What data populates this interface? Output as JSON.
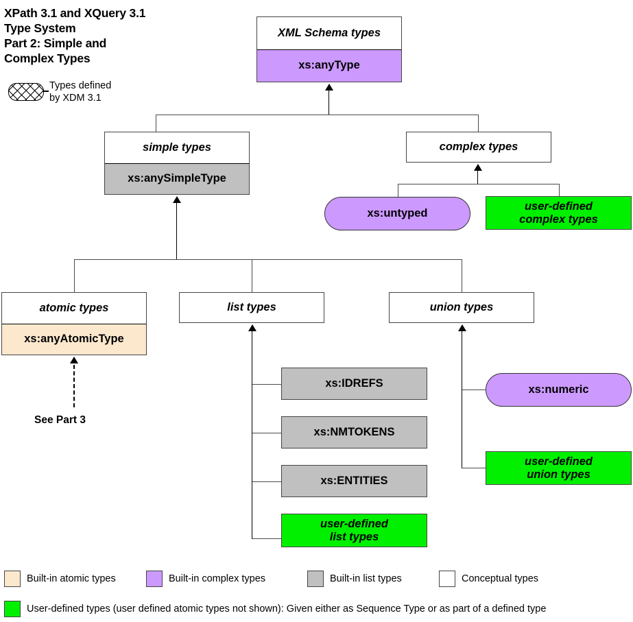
{
  "title": "XPath 3.1 and XQuery 3.1\nType System\nPart 2: Simple and\nComplex Types",
  "xdm_legend": {
    "shape_icon": "hatched-stadium-icon",
    "label": "Types defined\nby XDM 3.1"
  },
  "nodes": {
    "xml_schema_types": {
      "header": "XML Schema types",
      "body": "xs:anyType",
      "body_color": "#cc99ff"
    },
    "simple_types": {
      "header": "simple types",
      "body": "xs:anySimpleType",
      "body_color": "#c0c0c0"
    },
    "complex_types": {
      "header": "complex types"
    },
    "atomic_types": {
      "header": "atomic types",
      "body": "xs:anyAtomicType",
      "body_color": "#fce8cd"
    },
    "list_types": {
      "header": "list types"
    },
    "union_types": {
      "header": "union types"
    }
  },
  "leaves": {
    "xs_untyped": {
      "label": "xs:untyped",
      "color": "#cc99ff"
    },
    "user_defined_complex_types": {
      "label": "user-defined\ncomplex types",
      "color": "#00f000"
    },
    "xs_idrefs": {
      "label": "xs:IDREFS",
      "color": "#c0c0c0"
    },
    "xs_nmtokens": {
      "label": "xs:NMTOKENS",
      "color": "#c0c0c0"
    },
    "xs_entities": {
      "label": "xs:ENTITIES",
      "color": "#c0c0c0"
    },
    "user_defined_list_types": {
      "label": "user-defined\nlist types",
      "color": "#00f000"
    },
    "xs_numeric": {
      "label": "xs:numeric",
      "color": "#cc99ff"
    },
    "user_defined_union_types": {
      "label": "user-defined\nunion types",
      "color": "#00f000"
    }
  },
  "see_part3": "See Part 3",
  "legend": {
    "row1": [
      {
        "label": "Built-in atomic types",
        "color": "#fce8cd"
      },
      {
        "label": "Built-in complex types",
        "color": "#cc99ff"
      },
      {
        "label": "Built-in list types",
        "color": "#c0c0c0"
      },
      {
        "label": "Conceptual types",
        "color": "#ffffff"
      }
    ],
    "row2": {
      "color": "#00f000",
      "label": "User-defined types (user defined atomic types not shown):  Given either as Sequence Type or as part of a defined type"
    }
  }
}
